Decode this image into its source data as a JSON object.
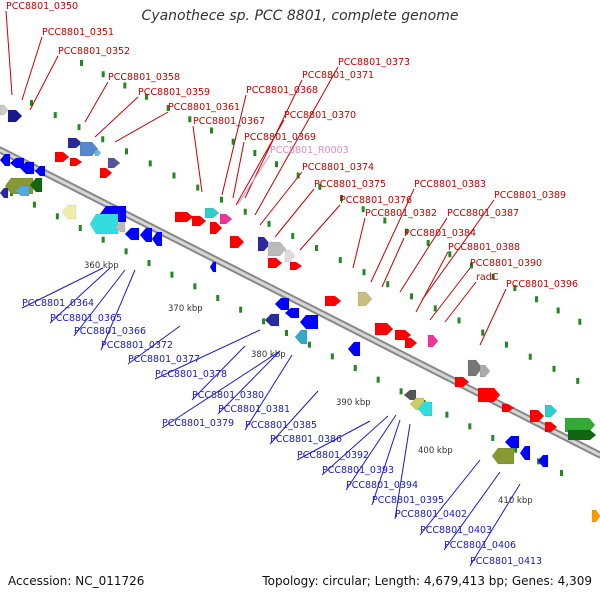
{
  "title": "Cyanothece sp. PCC 8801, complete genome",
  "footer": {
    "accession": "Accession: NC_011726",
    "summary": "Topology: circular; Length: 4,679,413 bp; Genes: 4,309"
  },
  "colors": {
    "forward_label": "#cc0000",
    "reverse_label": "#1a1acc",
    "rna_label": "#e88ac8",
    "backbone": "#999999",
    "forward_gene": "#ff0000",
    "reverse_gene": "#0000ff",
    "tick": "#228822"
  },
  "scale_ticks": [
    "360 kbp",
    "370 kbp",
    "380 kbp",
    "390 kbp",
    "400 kbp",
    "410 kbp"
  ],
  "labels_forward": [
    "PCC8801_0350",
    "PCC8801_0351",
    "PCC8801_0352",
    "PCC8801_0358",
    "PCC8801_0359",
    "PCC8801_0361",
    "PCC8801_0367",
    "PCC8801_0368",
    "PCC8801_0369",
    "PCC8801_0370",
    "PCC8801_0371",
    "PCC8801_0373",
    "PCC8801_0374",
    "PCC8801_0375",
    "PCC8801_0376",
    "PCC8801_0382",
    "PCC8801_0383",
    "PCC8801_0384",
    "PCC8801_0387",
    "PCC8801_0388",
    "PCC8801_0389",
    "PCC8801_0390",
    "radC",
    "PCC8801_0396"
  ],
  "labels_rna": [
    "PCC8801_R0003"
  ],
  "labels_reverse": [
    "PCC8801_0364",
    "PCC8801_0365",
    "PCC8801_0366",
    "PCC8801_0372",
    "PCC8801_0377",
    "PCC8801_0378",
    "PCC8801_0380",
    "PCC8801_0381",
    "PCC8801_0379",
    "PCC8801_0385",
    "PCC8801_0386",
    "PCC8801_0392",
    "PCC8801_0393",
    "PCC8801_0394",
    "PCC8801_0395",
    "PCC8801_0402",
    "PCC8801_0403",
    "PCC8801_0406",
    "PCC8801_0413"
  ]
}
